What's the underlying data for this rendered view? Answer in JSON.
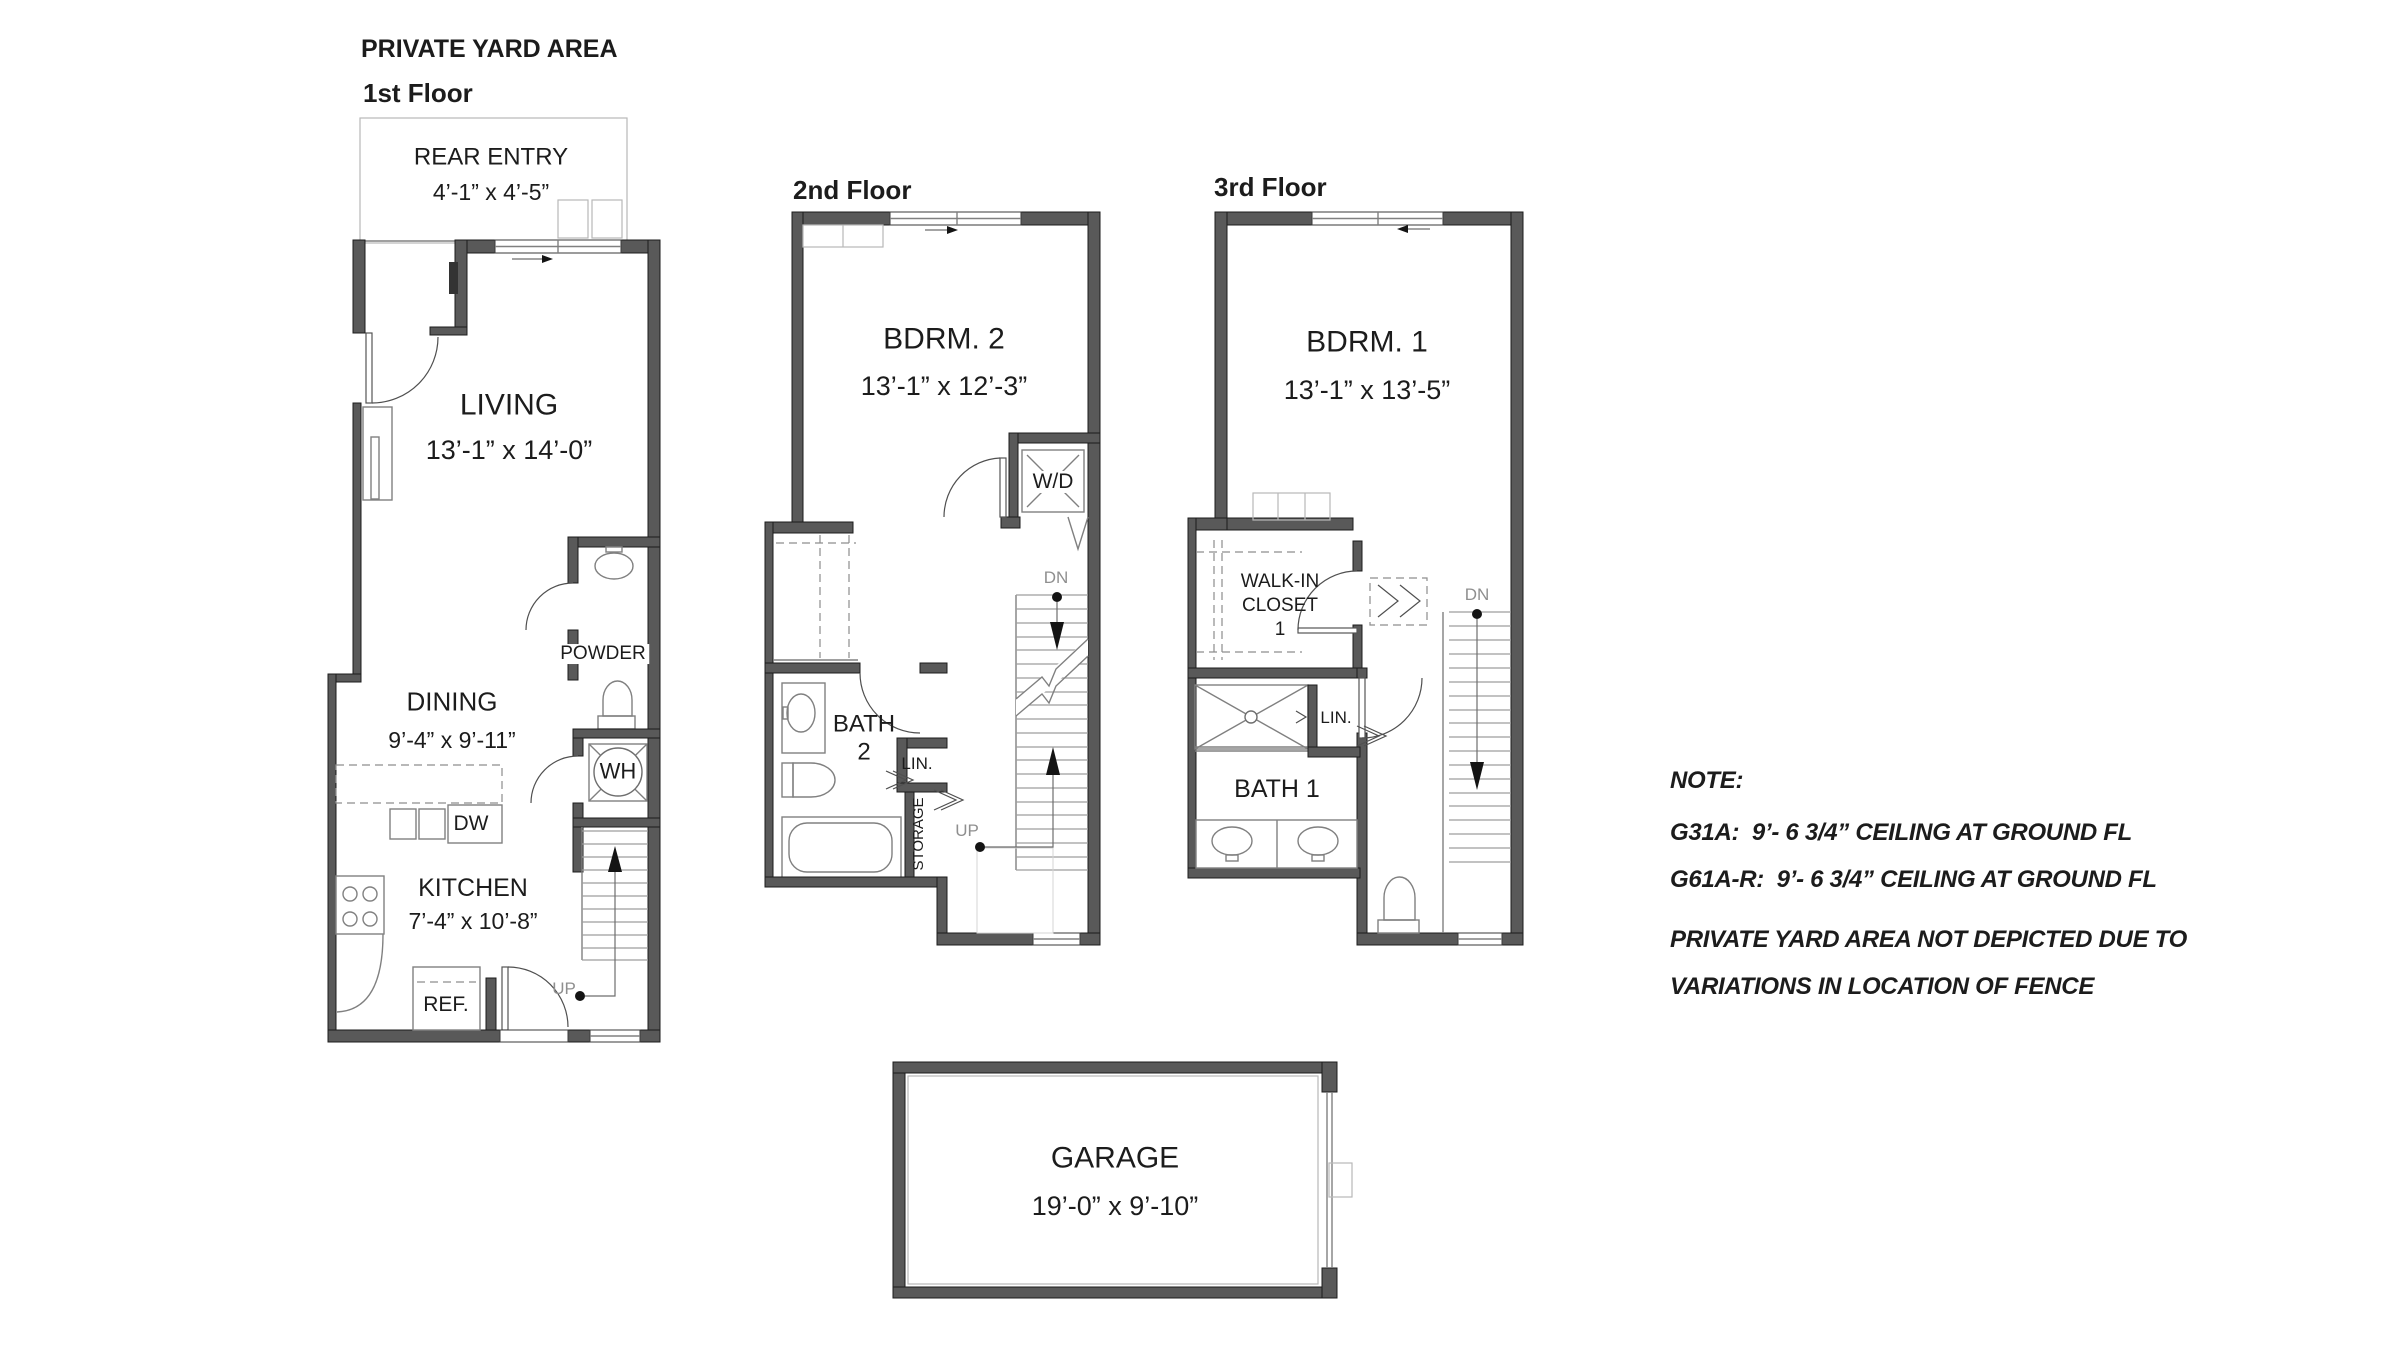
{
  "titles": {
    "private_yard": "PRIVATE YARD AREA",
    "floor1": "1st Floor",
    "floor2": "2nd Floor",
    "floor3": "3rd Floor"
  },
  "floor1": {
    "rear_entry_name": "REAR ENTRY",
    "rear_entry_dims": "4’-1” x 4’-5”",
    "living_name": "LIVING",
    "living_dims": "13’-1” x 14’-0”",
    "dining_name": "DINING",
    "dining_dims": "9’-4” x 9’-11”",
    "kitchen_name": "KITCHEN",
    "kitchen_dims": "7’-4” x 10’-8”",
    "powder": "POWDER",
    "water_heater": "WH",
    "dishwasher": "DW",
    "refrigerator": "REF.",
    "up": "UP"
  },
  "floor2": {
    "bdrm_name": "BDRM. 2",
    "bdrm_dims": "13’-1” x 12’-3”",
    "bath_line1": "BATH",
    "bath_line2": "2",
    "washer_dryer": "W/D",
    "linen": "LIN.",
    "storage": "STORAGE",
    "up": "UP",
    "dn": "DN"
  },
  "floor3": {
    "bdrm_name": "BDRM. 1",
    "bdrm_dims": "13’-1” x 13’-5”",
    "closet_line1": "WALK-IN",
    "closet_line2": "CLOSET",
    "closet_line3": "1",
    "bath": "BATH 1",
    "linen": "LIN.",
    "dn": "DN"
  },
  "garage": {
    "name": "GARAGE",
    "dims": "19’-0” x 9’-10”"
  },
  "note": {
    "heading": "NOTE:",
    "line1": "G31A:  9’- 6 3/4” CEILING AT GROUND FL",
    "line2": "G61A-R:  9’- 6 3/4” CEILING AT GROUND FL",
    "line3": "PRIVATE YARD AREA NOT DEPICTED DUE TO",
    "line4": "VARIATIONS IN LOCATION OF FENCE"
  }
}
